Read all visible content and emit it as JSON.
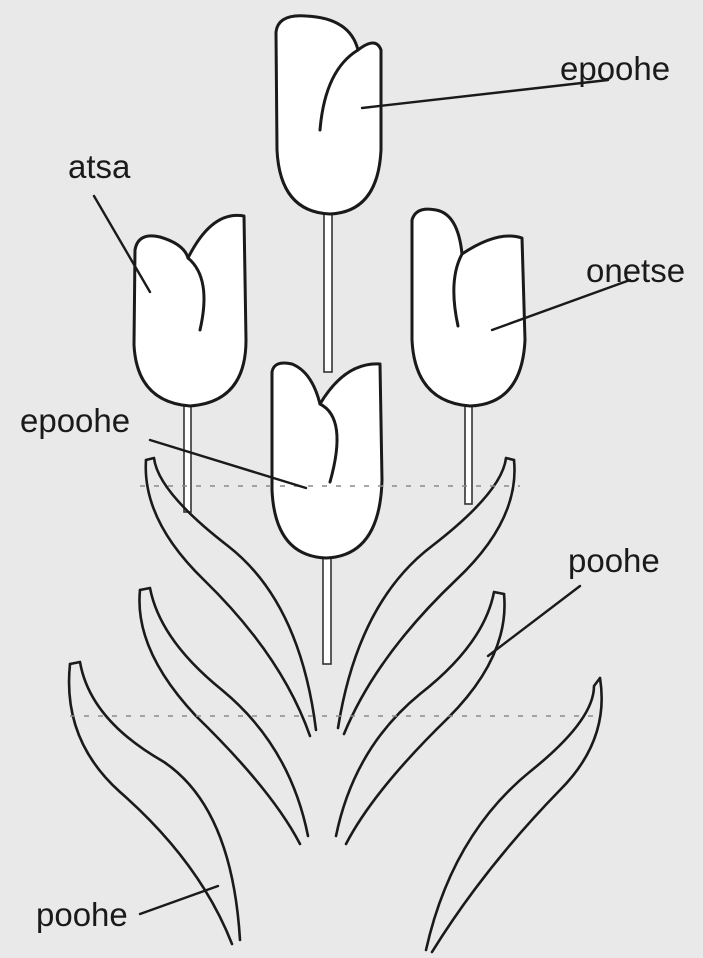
{
  "diagram": {
    "labels": {
      "top_flower": "epoohe",
      "left_flower": "atsa",
      "right_flower": "onetse",
      "middle_flower": "epoohe",
      "upper_leaves": "poohe",
      "lower_leaves": "poohe"
    }
  }
}
